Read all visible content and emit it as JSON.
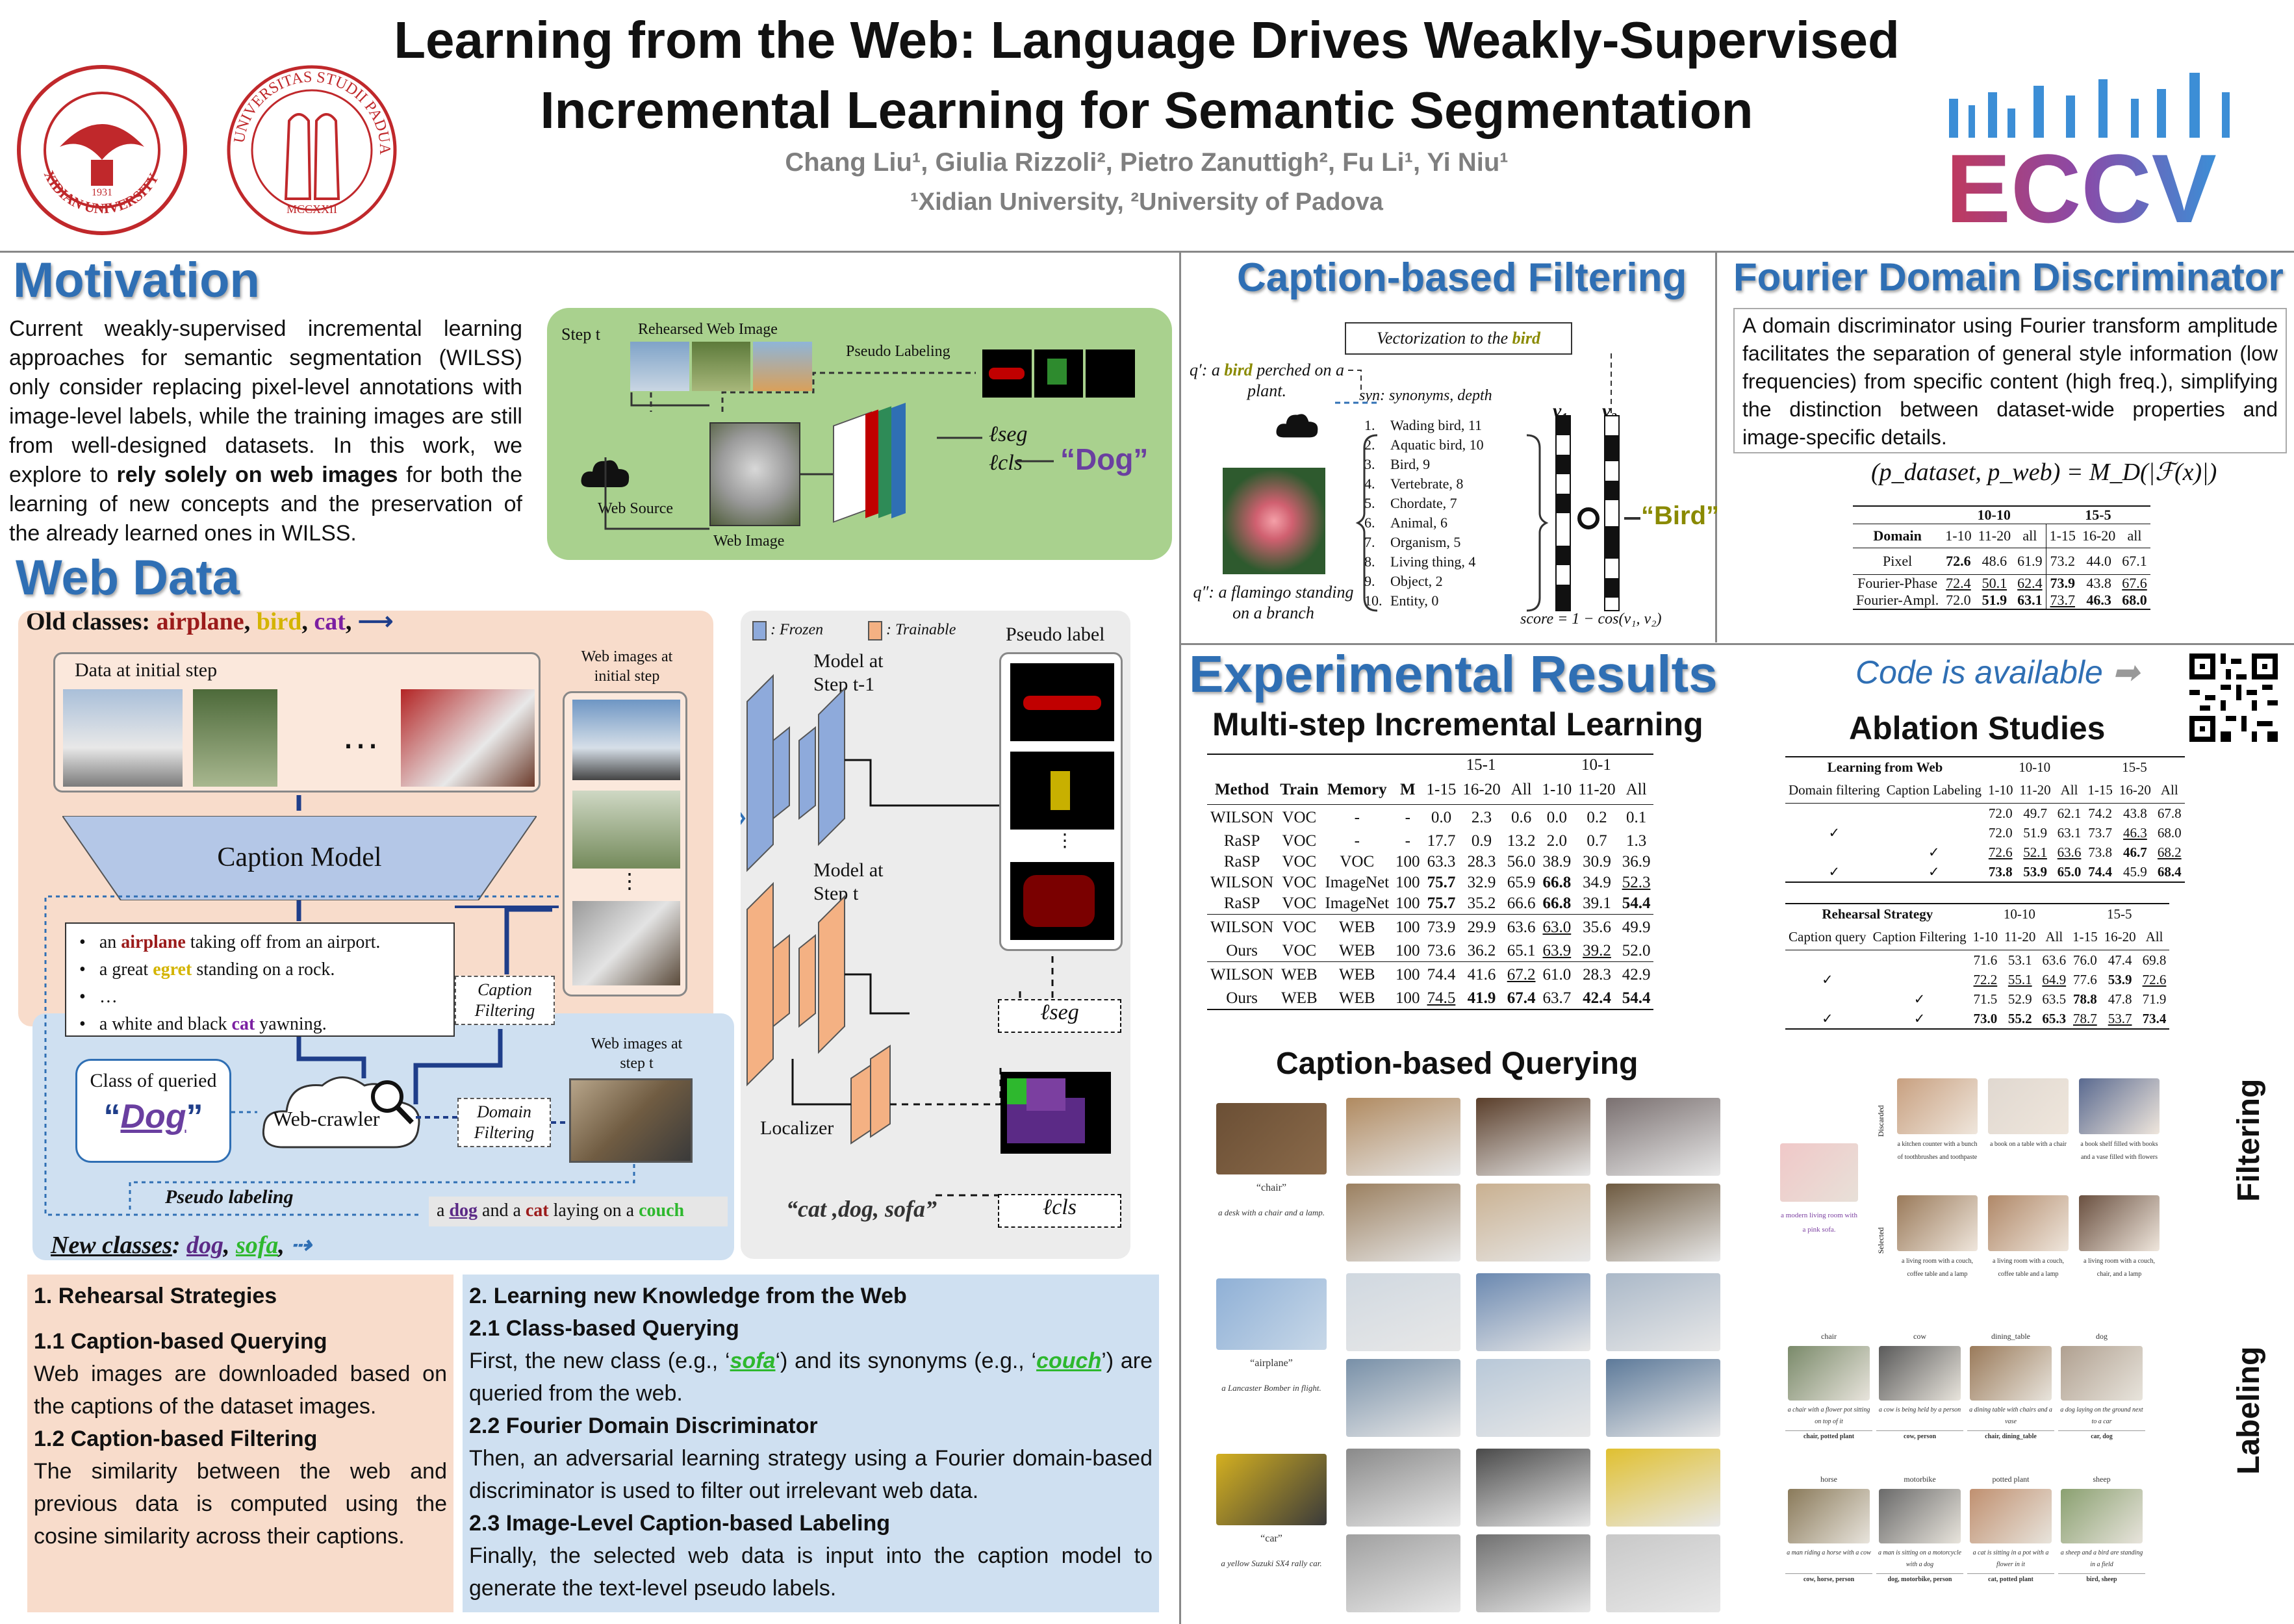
{
  "header": {
    "title_line1": "Learning from the Web: Language Drives Weakly-Supervised",
    "title_line2": "Incremental Learning for Semantic Segmentation",
    "authors": "Chang Liu¹, Giulia Rizzoli², Pietro Zanuttigh², Fu Li¹, Yi Niu¹",
    "affiliations": "¹Xidian University, ²University of Padova",
    "logo_left1_text": "XIDIAN UNIVERSITY",
    "logo_left1_year": "1931",
    "logo_left2_text": "UNIVERSITAS STUDII PADUANI",
    "logo_left2_year": "MCCXXII",
    "eccv_text": "ECCV"
  },
  "motivation": {
    "title": "Motivation",
    "text_a": "Current weakly-supervised incremental learning approaches for semantic segmentation (WILSS) only consider replacing pixel-level annotations with image-level labels, while the training images are still from well-designed datasets. In this work, we explore to ",
    "text_bold": "rely solely on web images",
    "text_b": " for both the learning of new concepts and the preservation of the already learned ones in WILSS.",
    "fig": {
      "step": "Step t",
      "rehearsed": "Rehearsed Web Image",
      "pseudo_labeling": "Pseudo Labeling",
      "web_source": "Web Source",
      "web_image": "Web Image",
      "l_seg": "ℓseg",
      "l_cls": "ℓcls",
      "dog": "“Dog”"
    }
  },
  "webdata": {
    "title": "Web Data",
    "old_classes_label": "Old classes",
    "old_classes": [
      "airplane",
      "bird",
      "cat"
    ],
    "data_initial_step": "Data at initial step",
    "ellipsis": "…",
    "web_images_initial": "Web images at initial step",
    "caption_model": "Caption Model",
    "captions": [
      {
        "pre": "an ",
        "cls": "airplane",
        "post": " taking off from an airport."
      },
      {
        "pre": "a great ",
        "cls": "egret",
        "post": " standing on a rock."
      },
      {
        "pre": "…",
        "cls": "",
        "post": ""
      },
      {
        "pre": "a white and black ",
        "cls": "cat",
        "post": " yawning."
      }
    ],
    "caption_filtering": "Caption Filtering",
    "class_of_queried": "Class of queried",
    "queried_class": "Dog",
    "web_crawler": "Web-crawler",
    "domain_filtering": "Domain Filtering",
    "web_images_step_t": "Web images at step t",
    "pseudo_labeling": "Pseudo labeling",
    "caption_sentence": {
      "a": "a ",
      "c1": "dog",
      "b": " and a ",
      "c2": "cat",
      "c": " laying on a ",
      "c3": "couch"
    },
    "result_labels": "“cat ,dog, sofa”",
    "new_classes_label": "New classes",
    "new_classes": [
      "dog",
      "sofa"
    ],
    "frozen": ": Frozen",
    "trainable": ": Trainable",
    "pseudo_label": "Pseudo label",
    "model_prev": "Model at Step t-1",
    "model_t": "Model at Step t",
    "localizer": "Localizer",
    "l_seg": "ℓseg",
    "l_cls": "ℓcls"
  },
  "rehearsal": {
    "h1": "1.    Rehearsal Strategies",
    "h11": "1.1 Caption-based Querying",
    "t11": "Web images are downloaded based on the captions of the dataset images.",
    "h12": "1.2 Caption-based Filtering",
    "t12": "The similarity between the web and previous data is computed using the cosine similarity across their captions."
  },
  "learning": {
    "h2": "2. Learning new Knowledge from the Web",
    "h21": "2.1 Class-based Querying",
    "t21a": "First, the new class (e.g., ‘",
    "t21_sofa": "sofa",
    "t21b": "‘) and its synonyms (e.g., ‘",
    "t21_couch": "couch",
    "t21c": "’) are queried from the web.",
    "h22": "2.2 Fourier Domain Discriminator",
    "t22": "Then, an adversarial learning strategy using a Fourier domain-based discriminator is used to filter out irrelevant web data.",
    "h23": "2.3 Image-Level Caption-based Labeling",
    "t23": "Finally, the selected web data is input into the caption model to generate the text-level pseudo labels."
  },
  "caption_filtering": {
    "title": "Caption-based Filtering",
    "vectorization": "Vectorization to the ",
    "vec_bird": "bird",
    "q1a": "q′: a ",
    "q1_bird": "bird",
    "q1b": " perched on a plant.",
    "q2": "q″: a flamingo standing on a branch",
    "syn": "syn: synonyms, depth",
    "list": [
      "Wading bird, 11",
      "Aquatic bird, 10",
      "Bird, 9",
      "Vertebrate, 8",
      "Chordate, 7",
      "Animal, 6",
      "Organism, 5",
      "Living thing, 4",
      "Object, 2",
      "Entity, 0"
    ],
    "v1": "v₁",
    "v2": "v₂",
    "bird_out": "“Bird”",
    "score": "score = 1 − cos(v₁, v₂)"
  },
  "fourier": {
    "title": "Fourier Domain Discriminator",
    "text": "A domain discriminator using Fourier transform amplitude facilitates the separation of general style information (low frequencies) from specific content (high freq.), simplifying the distinction between dataset-wide properties and image-specific details.",
    "formula": "(p_dataset, p_web) = M_D(|ℱ(x)|)",
    "table": {
      "group1": "10-10",
      "group2": "15-5",
      "header": [
        "Domain",
        "1-10",
        "11-20",
        "all",
        "1-15",
        "16-20",
        "all"
      ],
      "rows": [
        [
          "Pixel",
          "72.6",
          "48.6",
          "61.9",
          "73.2",
          "44.0",
          "67.1"
        ],
        [
          "Fourier-Phase",
          "72.4",
          "50.1",
          "62.4",
          "73.9",
          "43.8",
          "67.6"
        ],
        [
          "Fourier-Ampl.",
          "72.0",
          "51.9",
          "63.1",
          "73.7",
          "46.3",
          "68.0"
        ]
      ]
    }
  },
  "experiments": {
    "title": "Experimental Results",
    "code": "Code is available",
    "multistep_title": "Multi-step Incremental Learning",
    "multistep": {
      "group1": "15-1",
      "group2": "10-1",
      "header": [
        "Method",
        "Train",
        "Memory",
        "M",
        "1-15",
        "16-20",
        "All",
        "1-10",
        "11-20",
        "All"
      ],
      "block1": [
        [
          "WILSON",
          "VOC",
          "-",
          "-",
          "0.0",
          "2.3",
          "0.6",
          "0.0",
          "0.2",
          "0.1"
        ],
        [
          "RaSP",
          "VOC",
          "-",
          "-",
          "17.7",
          "0.9",
          "13.2",
          "2.0",
          "0.7",
          "1.3"
        ],
        [
          "RaSP",
          "VOC",
          "VOC",
          "100",
          "63.3",
          "28.3",
          "56.0",
          "38.9",
          "30.9",
          "36.9"
        ],
        [
          "WILSON",
          "VOC",
          "ImageNet",
          "100",
          "75.7",
          "32.9",
          "65.9",
          "66.8",
          "34.9",
          "52.3"
        ],
        [
          "RaSP",
          "VOC",
          "ImageNet",
          "100",
          "75.7",
          "35.2",
          "66.6",
          "66.8",
          "39.1",
          "54.4"
        ]
      ],
      "block2": [
        [
          "WILSON",
          "VOC",
          "WEB",
          "100",
          "73.9",
          "29.9",
          "63.6",
          "63.0",
          "35.6",
          "49.9"
        ],
        [
          "Ours",
          "VOC",
          "WEB",
          "100",
          "73.6",
          "36.2",
          "65.1",
          "63.9",
          "39.2",
          "52.0"
        ]
      ],
      "block3": [
        [
          "WILSON",
          "WEB",
          "WEB",
          "100",
          "74.4",
          "41.6",
          "67.2",
          "61.0",
          "28.3",
          "42.9"
        ],
        [
          "Ours",
          "WEB",
          "WEB",
          "100",
          "74.5",
          "41.9",
          "67.4",
          "63.7",
          "42.4",
          "54.4"
        ]
      ]
    },
    "ablation_title": "Ablation Studies",
    "ablation1": {
      "title": "Learning from Web",
      "group1": "10-10",
      "group2": "15-5",
      "header": [
        "Domain filtering",
        "Caption Labeling",
        "1-10",
        "11-20",
        "All",
        "1-15",
        "16-20",
        "All"
      ],
      "rows": [
        [
          "",
          "",
          "72.0",
          "49.7",
          "62.1",
          "74.2",
          "43.8",
          "67.8"
        ],
        [
          "✓",
          "",
          "72.0",
          "51.9",
          "63.1",
          "73.7",
          "46.3",
          "68.0"
        ],
        [
          "",
          "✓",
          "72.6",
          "52.1",
          "63.6",
          "73.8",
          "46.7",
          "68.2"
        ],
        [
          "✓",
          "✓",
          "73.8",
          "53.9",
          "65.0",
          "74.4",
          "45.9",
          "68.4"
        ]
      ]
    },
    "ablation2": {
      "title": "Rehearsal Strategy",
      "group1": "10-10",
      "group2": "15-5",
      "header": [
        "Caption query",
        "Caption Filtering",
        "1-10",
        "11-20",
        "All",
        "1-15",
        "16-20",
        "All"
      ],
      "rows": [
        [
          "",
          "",
          "71.6",
          "53.1",
          "63.6",
          "76.0",
          "47.4",
          "69.8"
        ],
        [
          "✓",
          "",
          "72.2",
          "55.1",
          "64.9",
          "77.6",
          "53.9",
          "72.6"
        ],
        [
          "",
          "✓",
          "71.5",
          "52.9",
          "63.5",
          "78.8",
          "47.8",
          "71.9"
        ],
        [
          "✓",
          "✓",
          "73.0",
          "55.2",
          "65.3",
          "78.7",
          "53.7",
          "73.4"
        ]
      ]
    },
    "querying_title": "Caption-based Querying",
    "querying": [
      {
        "word": "“chair”",
        "caption": "a desk with a chair and a lamp."
      },
      {
        "word": "“airplane”",
        "caption": "a Lancaster Bomber in flight."
      },
      {
        "word": "“car”",
        "caption": "a yellow Suzuki SX4 rally car."
      }
    ],
    "filtering_label": "Filtering",
    "labeling_label": "Labeling",
    "filtering": {
      "query_caption": "a modern living room with a pink sofa.",
      "discarded": "Discarded",
      "selected": "Selected",
      "discarded_caps": [
        "a kitchen counter with a bunch of toothbrushes and toothpaste",
        "a book on a table with a chair",
        "a book shelf filled with books and a vase filled with flowers"
      ],
      "selected_caps": [
        "a living room with a couch, coffee table and a lamp",
        "a living room with a couch, coffee table and a lamp",
        "a living room with a couch, chair, and a lamp"
      ]
    },
    "labeling": [
      {
        "cls": "chair",
        "cap": "a chair with a flower pot sitting on top of it",
        "labels": "chair, potted plant"
      },
      {
        "cls": "cow",
        "cap": "a cow is being held by a person",
        "labels": "cow, person"
      },
      {
        "cls": "dining_table",
        "cap": "a dining table with chairs and a vase",
        "labels": "chair, dining_table"
      },
      {
        "cls": "dog",
        "cap": "a dog laying on the ground next to a car",
        "labels": "car, dog"
      },
      {
        "cls": "horse",
        "cap": "a man riding a horse with a cow",
        "labels": "cow, horse, person"
      },
      {
        "cls": "motorbike",
        "cap": "a man is sitting on a motorcycle with a dog",
        "labels": "dog, motorbike, person"
      },
      {
        "cls": "potted plant",
        "cap": "a cat is sitting in a pot with a flower in it",
        "labels": "cat, potted plant"
      },
      {
        "cls": "sheep",
        "cap": "a sheep and a bird are standing in a field",
        "labels": "bird, sheep"
      }
    ]
  },
  "colors": {
    "accent_blue": "#2f6fb4",
    "airplane": "#9b1b1b",
    "bird": "#d4b400",
    "cat": "#7b1fa2",
    "dog": "#5b2a86",
    "sofa": "#2eb82e",
    "old_bg": "#f8dccb",
    "new_bg": "#cfe0f1",
    "green_fig": "#a9d18e"
  }
}
